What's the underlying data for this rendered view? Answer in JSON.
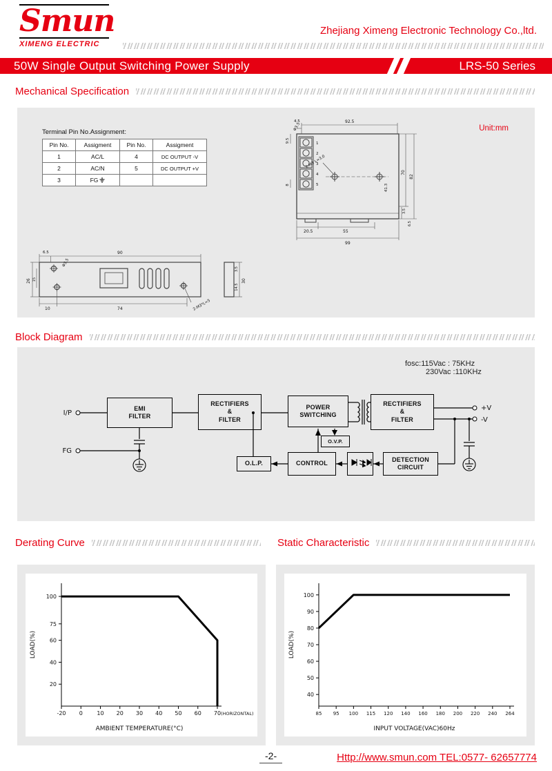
{
  "colors": {
    "accent": "#e60012",
    "panel_gray": "#e9e9e9"
  },
  "header": {
    "logo": "Smun",
    "logo_sub": "XIMENG ELECTRIC",
    "company": "Zhejiang Ximeng Electronic Technology Co.,ltd.",
    "banner_title": "50W Single Output Switching Power Supply",
    "banner_series": "LRS-50  Series"
  },
  "section_titles": {
    "mechanical": "Mechanical Specification",
    "block_diagram": "Block Diagram",
    "derating": "Derating Curve",
    "static_characteristic": "Static Characteristic"
  },
  "mechanical": {
    "unit_label": "Unit:mm",
    "pin_table": {
      "caption": "Terminal Pin No.Assignment:",
      "headers": [
        "Pin No.",
        "Assigment",
        "Pin No.",
        "Assigment"
      ],
      "rows": [
        [
          "1",
          "AC/L",
          "4",
          "DC OUTPUT -V"
        ],
        [
          "2",
          "AC/N",
          "5",
          "DC OUTPUT +V"
        ],
        [
          "3",
          "FG",
          "",
          ""
        ]
      ]
    },
    "drawing_side": {
      "pins": [
        "1",
        "2",
        "3",
        "4",
        "5"
      ],
      "dims": {
        "d4_5": "4.5",
        "d92_5": "92.5",
        "d9_5": "9.5",
        "phi3_5": "Φ3.5",
        "d8": "8",
        "m3": "2-M3 L=3.0",
        "d41_3": "41.3",
        "d70": "70",
        "d82": "82",
        "d3_5": "3.5",
        "d6_5": "6.5",
        "d20_5": "20.5",
        "d55": "55",
        "d99": "99"
      }
    },
    "drawing_bottom": {
      "dims": {
        "d6_5": "6.5",
        "d90": "90",
        "phi3_5": "Φ3.5",
        "d26": "26",
        "d15": "15",
        "d10": "10",
        "d74": "74",
        "m3": "2-M3*L=5",
        "d30": "30",
        "d14_5": "14.5",
        "d3_5": "3.5"
      }
    }
  },
  "block_diagram": {
    "fosc_line1": "fosc:115Vac : 75KHz",
    "fosc_line2": "230Vac :110KHz",
    "blocks": {
      "emi": "EMI\nFILTER",
      "rect_in": "RECTIFIERS\n&\nFILTER",
      "power": "POWER\nSWITCHING",
      "rect_out": "RECTIFIERS\n&\nFILTER",
      "ovp": "O.V.P.",
      "olp": "O.L.P.",
      "control": "CONTROL",
      "detection": "DETECTION\nCIRCUIT"
    },
    "terminals": {
      "input": "I/P",
      "fg": "FG",
      "v_plus": "+V",
      "v_minus": "-V"
    }
  },
  "chart_data": [
    {
      "type": "line",
      "title": "Derating Curve",
      "xlabel": "AMBIENT TEMPERATURE(°C)",
      "ylabel": "LOAD(%)",
      "x": [
        -20,
        50,
        70,
        70
      ],
      "y": [
        100,
        100,
        60,
        0
      ],
      "xticks": [
        -20,
        0,
        10,
        20,
        30,
        40,
        50,
        60,
        70
      ],
      "yticks": [
        20,
        40,
        60,
        75,
        100
      ],
      "ylim": [
        0,
        112
      ],
      "annotation": "(HORIZONTAL)",
      "grid": false,
      "legend": false
    },
    {
      "type": "line",
      "title": "Static Characteristic",
      "xlabel": "INPUT VOLTAGE(VAC)60Hz",
      "ylabel": "LOAD(%)",
      "x": [
        85,
        100,
        264
      ],
      "y": [
        80,
        100,
        100
      ],
      "xticks": [
        85,
        95,
        100,
        115,
        120,
        140,
        160,
        180,
        200,
        220,
        240,
        264
      ],
      "yticks": [
        40,
        50,
        60,
        70,
        80,
        90,
        100
      ],
      "ylim": [
        33,
        107
      ],
      "grid": false,
      "legend": false
    }
  ],
  "footer": {
    "page_number": "-2-",
    "website": "Http://www.smun.com  TEL:0577- 62657774"
  }
}
